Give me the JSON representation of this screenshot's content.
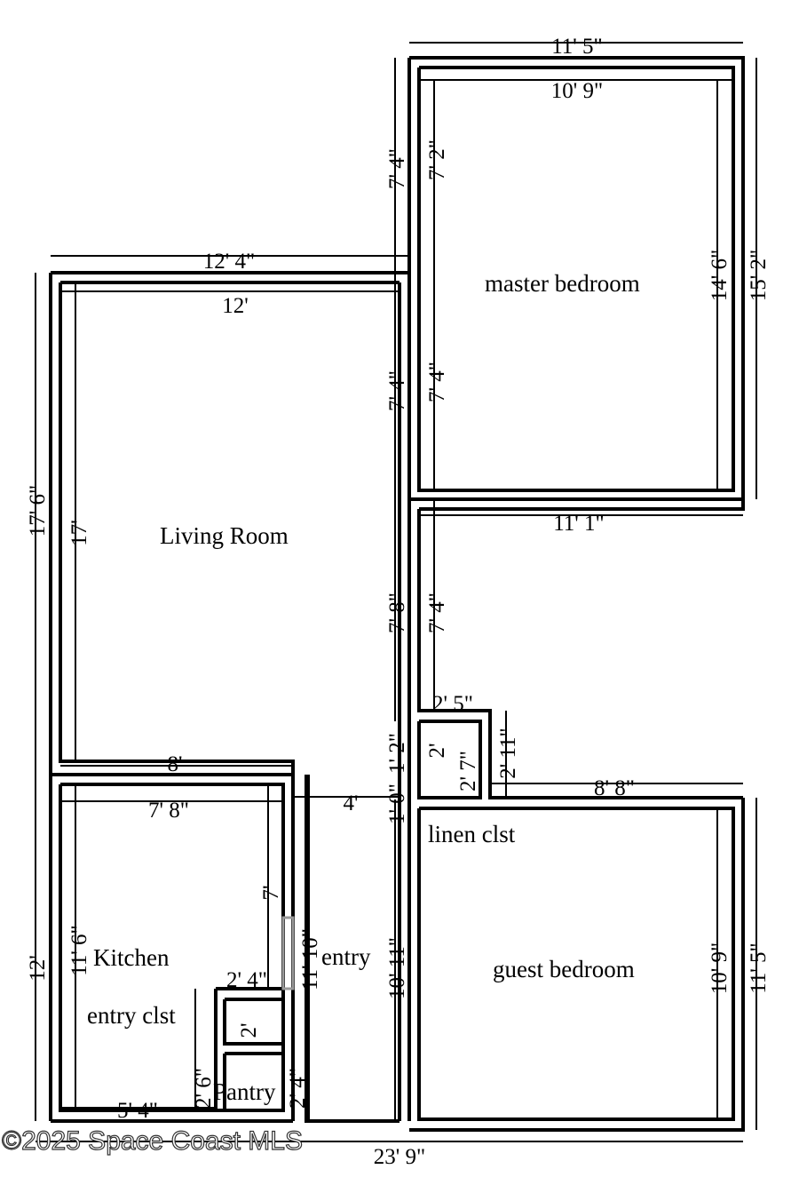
{
  "rooms": {
    "master": "master bedroom",
    "living": "Living Room",
    "kitchen": "Kitchen",
    "entry": "entry",
    "guest": "guest bedroom",
    "linen": "linen clst",
    "entry_closet": "entry clst",
    "pantry": "Pantry"
  },
  "dimensions": [
    "11' 5\"",
    "10' 9\"",
    "12' 4\"",
    "12'",
    "7' 4\"",
    "7' 2\"",
    "14' 6\"",
    "15' 2\"",
    "7' 4\"",
    "7' 4\"",
    "11' 1\"",
    "17' 6\"",
    "17'",
    "7' 8\"",
    "7' 4\"",
    "2' 5\"",
    "1' 2\"",
    "2'",
    "2' 7\"",
    "2' 11\"",
    "8'",
    "7' 8\"",
    "4'",
    "8' 8\"",
    "1' 0\"",
    "7'",
    "11' 6\"",
    "11' 10\"",
    "10' 11\"",
    "10' 9\"",
    "11' 5\"",
    "12'",
    "2' 4\"",
    "2'",
    "2' 6\"",
    "2' 4\"",
    "5' 4\"",
    "23' 9\""
  ],
  "watermark": "©2025 Space Coast MLS"
}
